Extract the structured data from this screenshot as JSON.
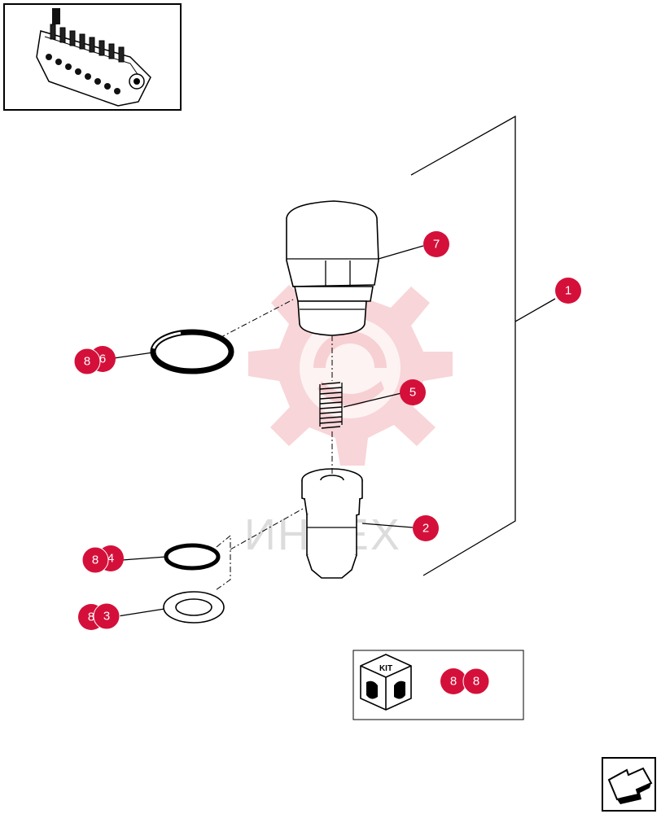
{
  "callouts": {
    "c1": "1",
    "c2": "2",
    "c3": "3",
    "c4": "4",
    "c5": "5",
    "c6": "6",
    "c7": "7",
    "c8": "8",
    "kit_ref_back": "8",
    "kit_ref_front": "8"
  },
  "kit": {
    "label": "KIT"
  },
  "watermark": {
    "text": "ИНТЕХ"
  },
  "colors": {
    "callout": "#d4103a",
    "watermark": "#f2b3b8"
  }
}
